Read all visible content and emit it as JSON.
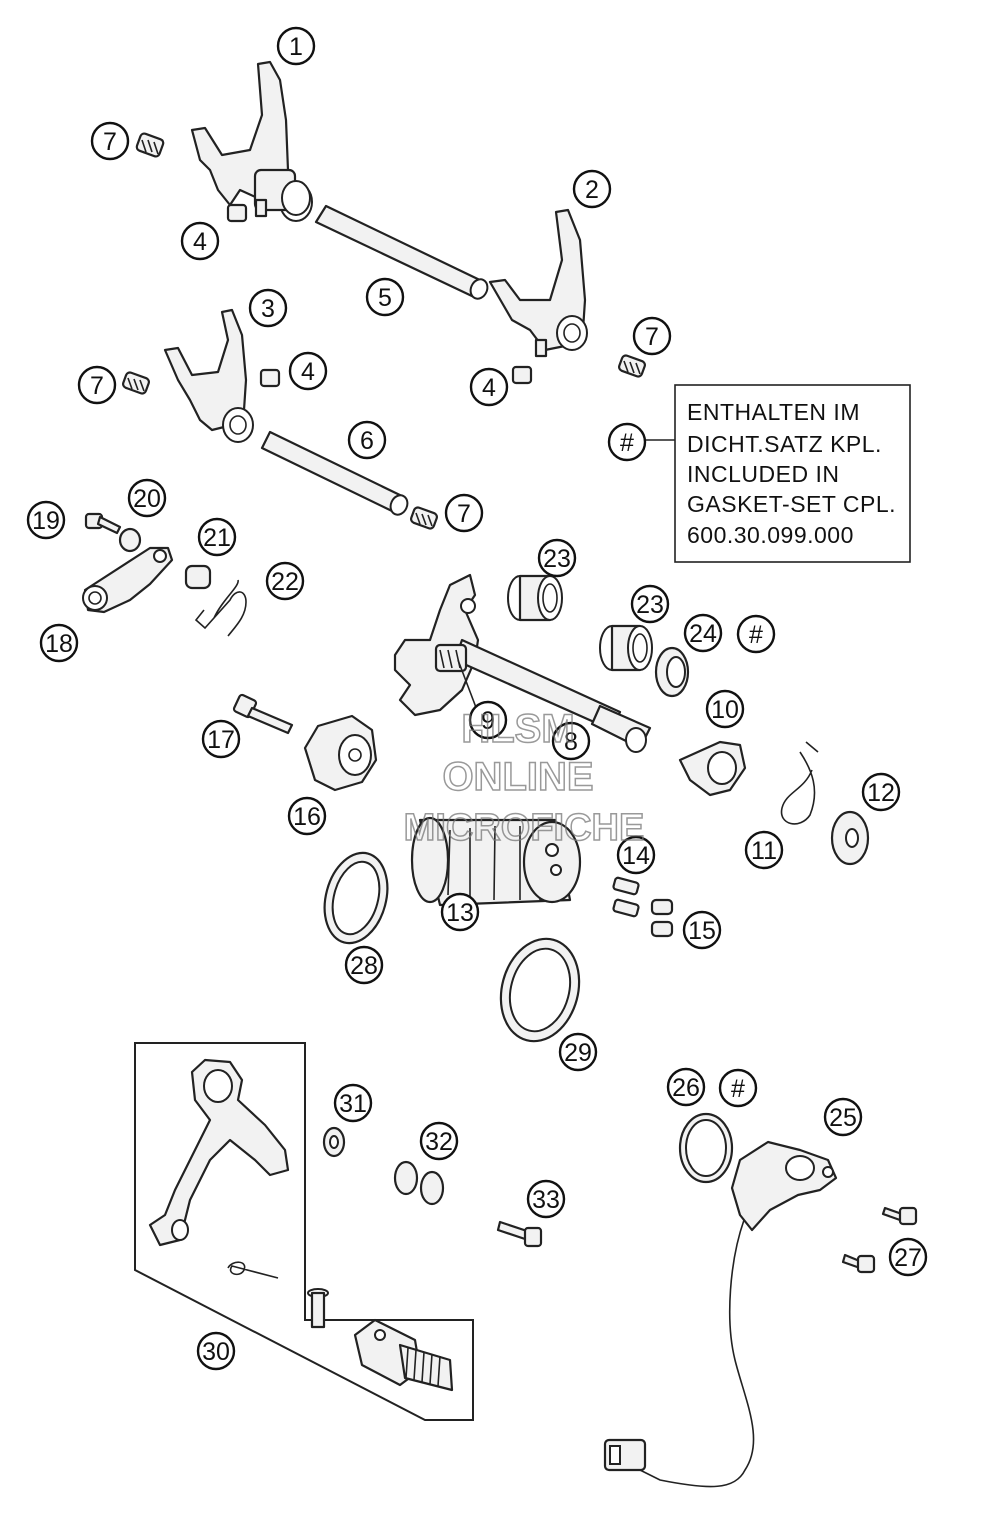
{
  "callouts": [
    "1",
    "2",
    "3",
    "4",
    "4",
    "4",
    "5",
    "6",
    "7",
    "7",
    "7",
    "7",
    "8",
    "9",
    "10",
    "11",
    "12",
    "13",
    "14",
    "15",
    "16",
    "17",
    "18",
    "19",
    "20",
    "21",
    "22",
    "23",
    "23",
    "24",
    "25",
    "26",
    "27",
    "28",
    "29",
    "30",
    "31",
    "32",
    "33"
  ],
  "gasket_marker": "#",
  "note": {
    "lines": [
      "ENTHALTEN IM",
      "DICHT.SATZ KPL.",
      "INCLUDED IN",
      "GASKET-SET CPL.",
      "600.30.099.000"
    ]
  },
  "watermark": {
    "lines": [
      "HLSM",
      "ONLINE",
      "MICROFICHE"
    ]
  }
}
